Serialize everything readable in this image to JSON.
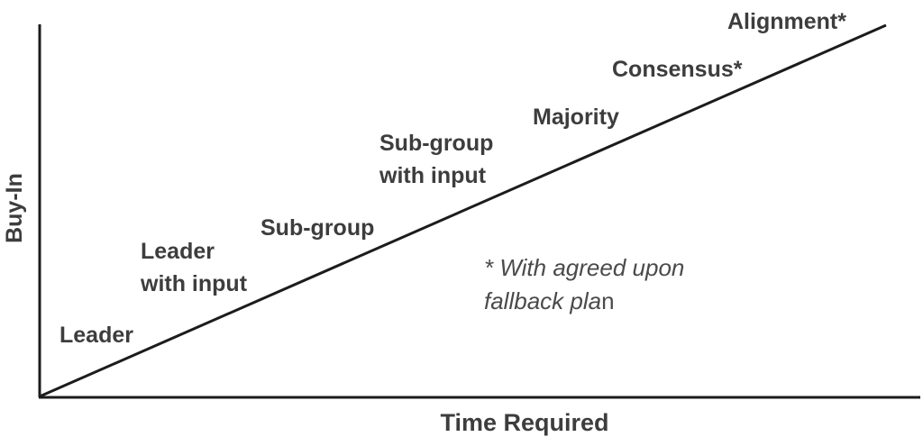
{
  "chart_data": {
    "type": "line",
    "title": "",
    "xlabel": "Time Required",
    "ylabel": "Buy-In",
    "x_axis_ticks": [],
    "y_axis_ticks": [],
    "grid": false,
    "legend": "none",
    "line": {
      "description": "Single straight diagonal line from the origin rising to the upper right: buy-in increases linearly with time required",
      "from_frac": [
        0,
        0
      ],
      "to_frac": [
        1,
        1
      ]
    },
    "point_labels": [
      {
        "label": "Leader",
        "frac_along_line": 0.08
      },
      {
        "label": "Leader with input",
        "frac_along_line": 0.22
      },
      {
        "label": "Sub-group",
        "frac_along_line": 0.35
      },
      {
        "label": "Sub-group with input",
        "frac_along_line": 0.49
      },
      {
        "label": "Majority",
        "frac_along_line": 0.64
      },
      {
        "label": "Consensus*",
        "frac_along_line": 0.79
      },
      {
        "label": "Alignment*",
        "frac_along_line": 0.93
      }
    ],
    "annotation": "* With agreed upon fallback plan"
  },
  "annotation_display": {
    "line1": "* With agreed upon",
    "line2_italic": "fallback pla",
    "line2_end": "n"
  },
  "colors": {
    "background": "#ffffff",
    "text": "#3d3d3d",
    "note_text": "#4a4a4a",
    "line": "#1c1c1c"
  }
}
